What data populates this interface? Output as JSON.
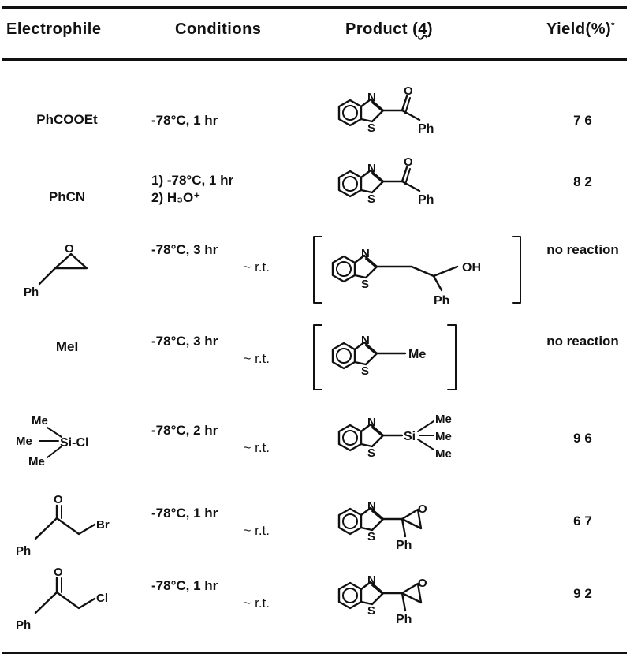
{
  "headers": {
    "electrophile": "Electrophile",
    "conditions": "Conditions",
    "product": "Product (",
    "product_number": "4",
    "product_close": ")",
    "yield": "Yield(%)",
    "yield_mark": "*"
  },
  "rows": [
    {
      "electrophile": "PhCOOEt",
      "cond1": "-78°C, 1 hr",
      "cond2": "",
      "yield": "7 6",
      "product_label": "Ph"
    },
    {
      "electrophile": "PhCN",
      "cond1": "1) -78°C, 1 hr",
      "cond2": "2) H₃O⁺",
      "yield": "8 2",
      "product_label": "Ph"
    },
    {
      "electrophile": "Ph",
      "cond1": "-78°C, 3 hr",
      "cond2": "~ r.t.",
      "yield": "no reaction",
      "product_label": "Ph",
      "product_label2": "OH"
    },
    {
      "electrophile": "MeI",
      "cond1": "-78°C, 3 hr",
      "cond2": "~ r.t.",
      "yield": "no reaction",
      "product_label": "Me"
    },
    {
      "electrophile": "Si-Cl",
      "cond1": "-78°C, 2 hr",
      "cond2": "~ r.t.",
      "yield": "9 6",
      "product_label": "Si"
    },
    {
      "electrophile": "Br",
      "cond1": "-78°C, 1 hr",
      "cond2": "~ r.t.",
      "yield": "6 7",
      "product_label": "Ph"
    },
    {
      "electrophile": "Cl",
      "cond1": "-78°C, 1 hr",
      "cond2": "~ r.t.",
      "yield": "9 2",
      "product_label": "Ph"
    }
  ],
  "atoms": {
    "N": "N",
    "S": "S",
    "O": "O",
    "Me": "Me",
    "Ph": "Ph",
    "Si": "Si",
    "Cl": "Cl",
    "Br": "Br",
    "OH": "OH"
  }
}
